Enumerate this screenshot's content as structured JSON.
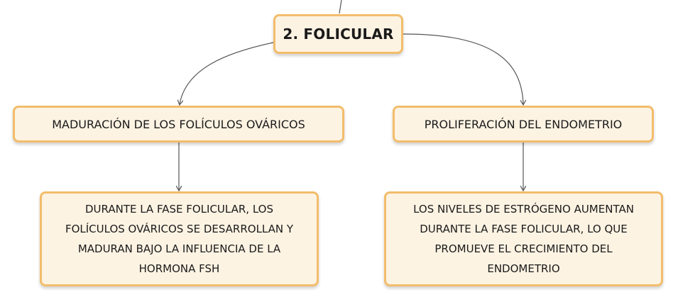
{
  "diagram": {
    "root": {
      "label": "2. FOLICULAR"
    },
    "branches": [
      {
        "topic": "MADURACIÓN DE LOS FOLÍCULOS OVÁRICOS",
        "detail": "DURANTE LA FASE FOLICULAR, LOS\nFOLÍCULOS OVÁRICOS SE DESARROLLAN Y\nMADURAN BAJO LA INFLUENCIA DE LA\nHORMONA FSH"
      },
      {
        "topic": "PROLIFERACIÓN DEL ENDOMETRIO",
        "detail": "LOS NIVELES DE ESTRÓGENO AUMENTAN\nDURANTE LA FASE FOLICULAR, LO QUE\nPROMUEVE EL CRECIMIENTO DEL\nENDOMETRIO"
      }
    ],
    "colors": {
      "node_fill": "#fdf3e3",
      "node_border": "#f3bd6b",
      "connector": "#555555"
    }
  }
}
